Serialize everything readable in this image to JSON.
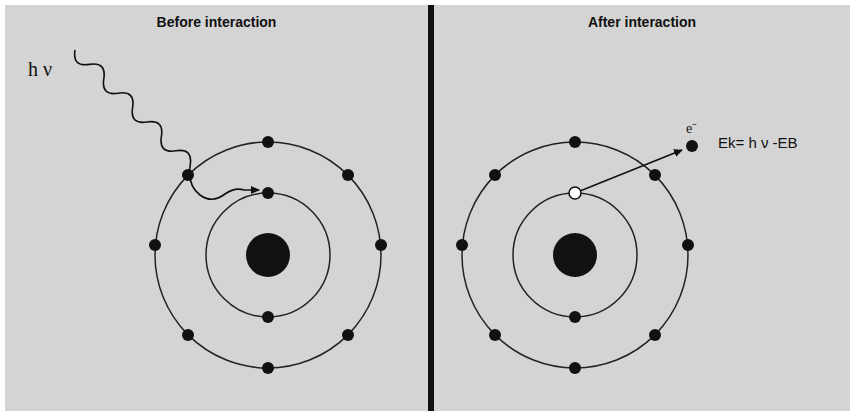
{
  "diagram": {
    "nodes": [
      {
        "text": [
          "Before interaction"
        ]
      },
      {
        "text": [
          "After interaction"
        ]
      }
    ],
    "labels": [
      "h ν",
      "e⁻",
      "Ek= h ν -EB"
    ]
  }
}
